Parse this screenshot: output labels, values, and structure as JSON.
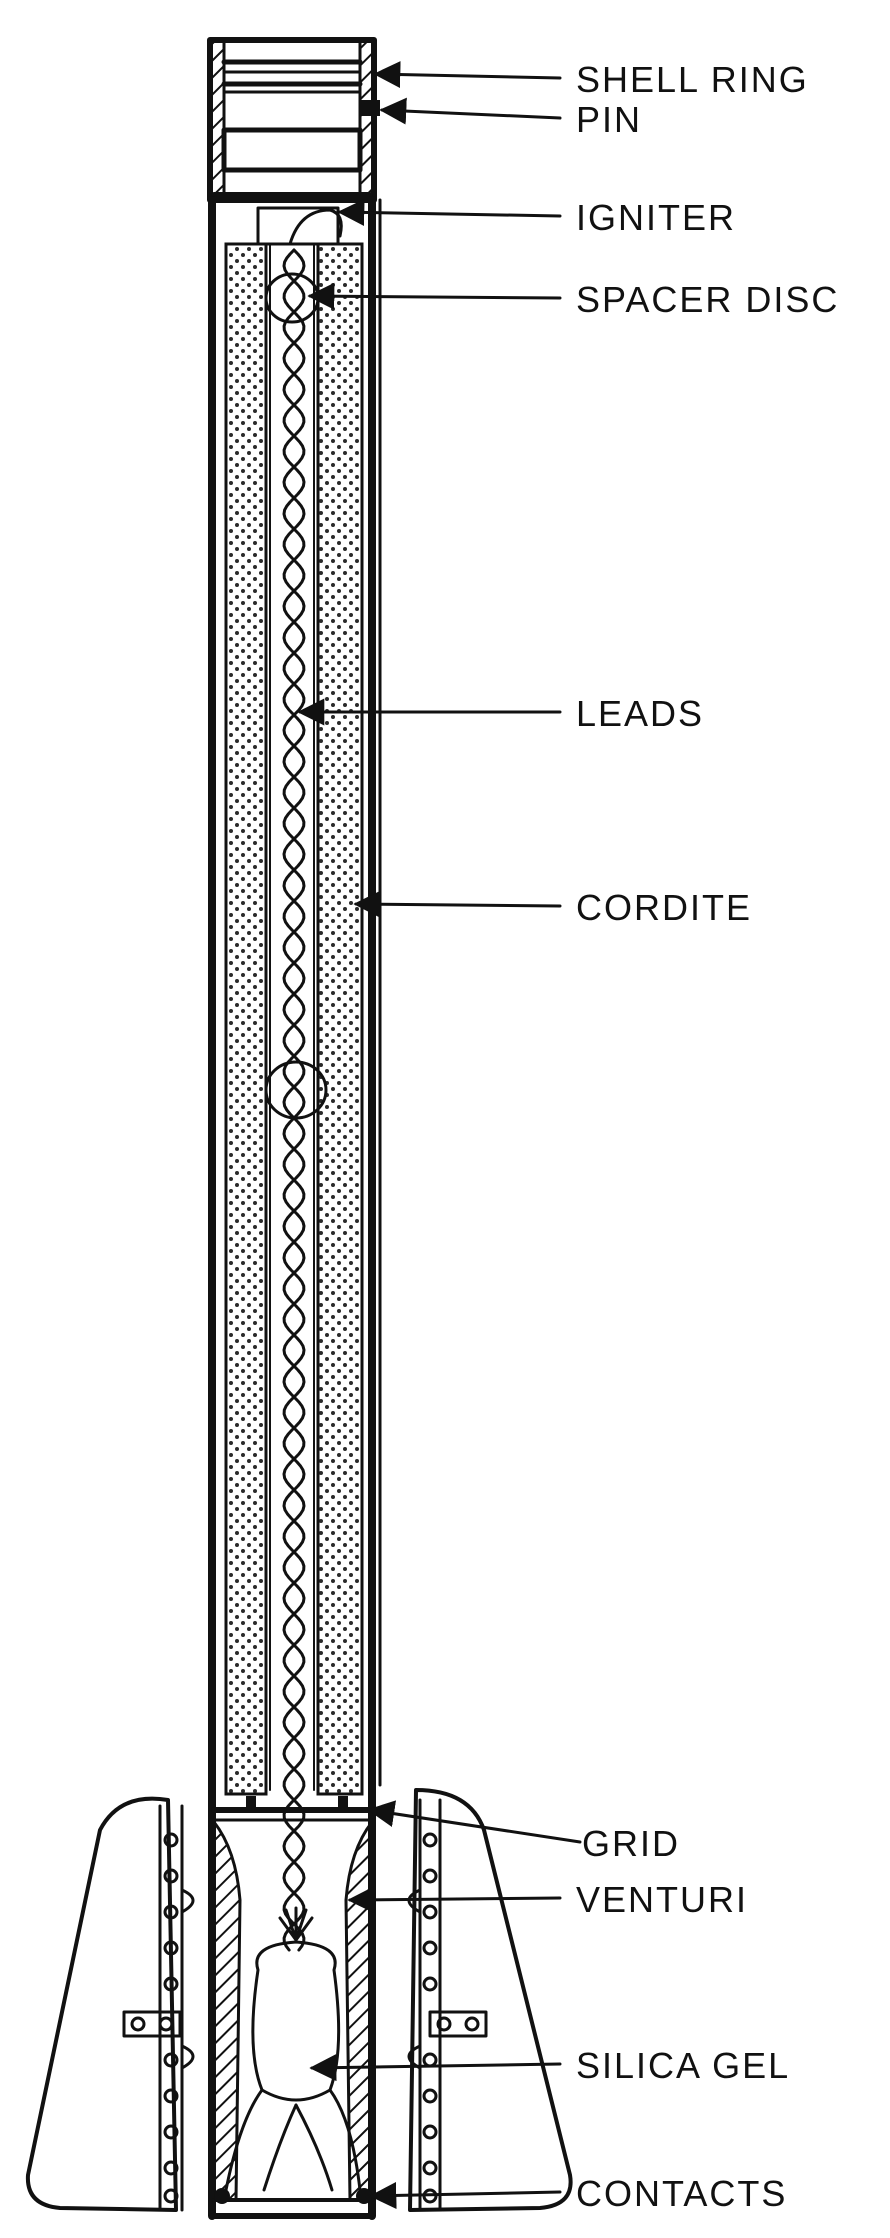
{
  "colors": {
    "ink": "#111111",
    "paper": "#ffffff",
    "cordite_dot": "#2a2a2a"
  },
  "labels": {
    "shell_ring": "SHELL RING",
    "pin": "PIN",
    "igniter": "IGNITER",
    "spacer_disc": "SPACER DISC",
    "leads": "LEADS",
    "cordite": "CORDITE",
    "grid": "GRID",
    "venturi": "VENTURI",
    "silica_gel": "SILICA GEL",
    "contacts": "CONTACTS"
  }
}
